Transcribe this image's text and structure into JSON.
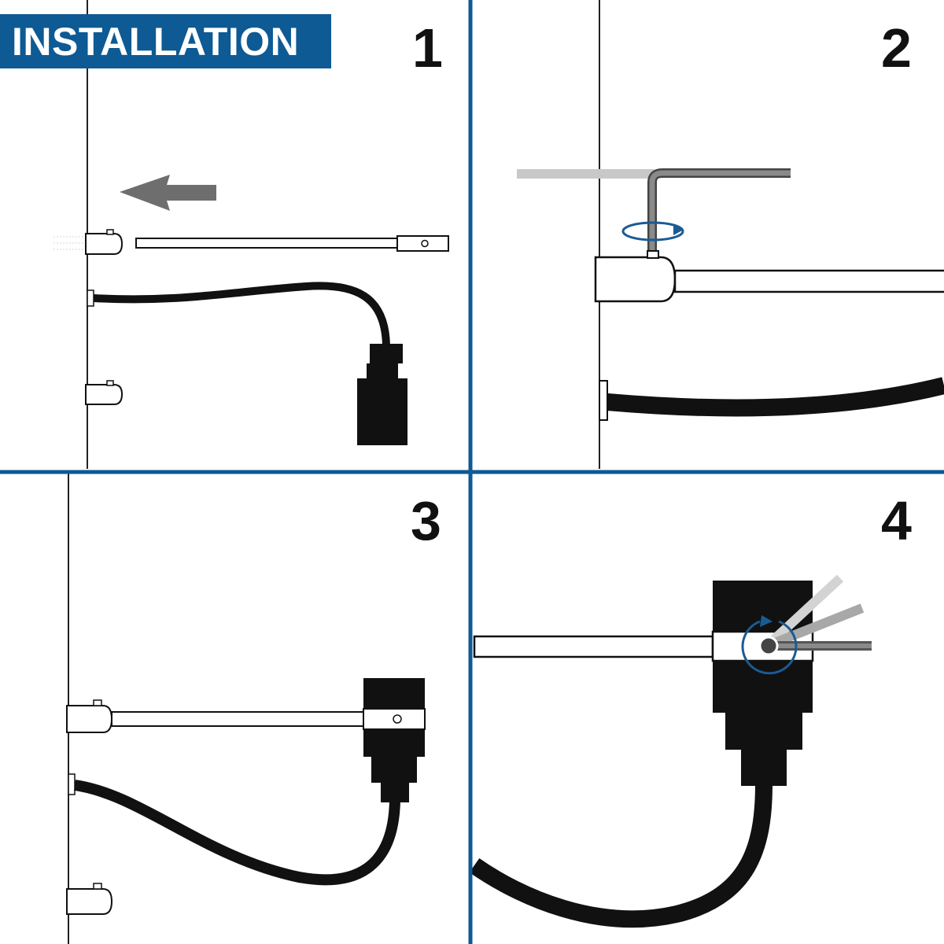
{
  "title": "INSTALLATION",
  "steps": [
    {
      "number": "1"
    },
    {
      "number": "2"
    },
    {
      "number": "3"
    },
    {
      "number": "4"
    }
  ],
  "colors": {
    "accent_blue": "#0d5a94",
    "cable": "#111111",
    "arrow_gray": "#6e6e6e",
    "tool_gray": "#777777",
    "ghost_gray": "#c8c8c8",
    "rotation_blue": "#1a5b94"
  },
  "icons": {
    "direction_arrow": "left-arrow-icon",
    "rotation": "rotate-arrow-icon",
    "tool": "hex-key-icon"
  }
}
